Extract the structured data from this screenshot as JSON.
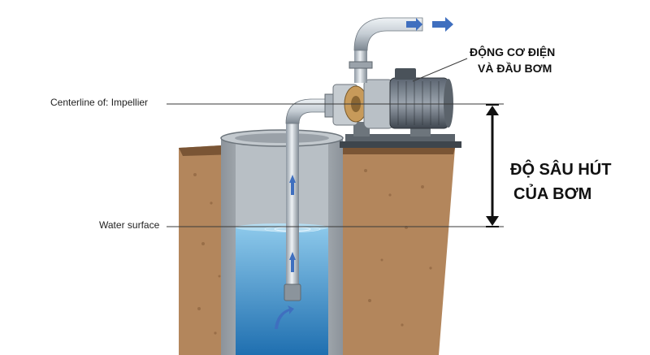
{
  "labels": {
    "impeller_centerline": "Centerline of: Impellier",
    "water_surface": "Water surface",
    "motor_pump_line1": "ĐỘNG CƠ ĐIỆN",
    "motor_pump_line2": "VÀ ĐẦU BƠM",
    "suction_depth_line1": "ĐỘ SÂU HÚT",
    "suction_depth_line2": "CỦA BƠM"
  },
  "colors": {
    "soil": "#b3865c",
    "water": "#5aa9d6",
    "pipe": "#c8d0d8",
    "flow_arrow": "#3f6fbf",
    "depth_arrow": "#111111"
  }
}
